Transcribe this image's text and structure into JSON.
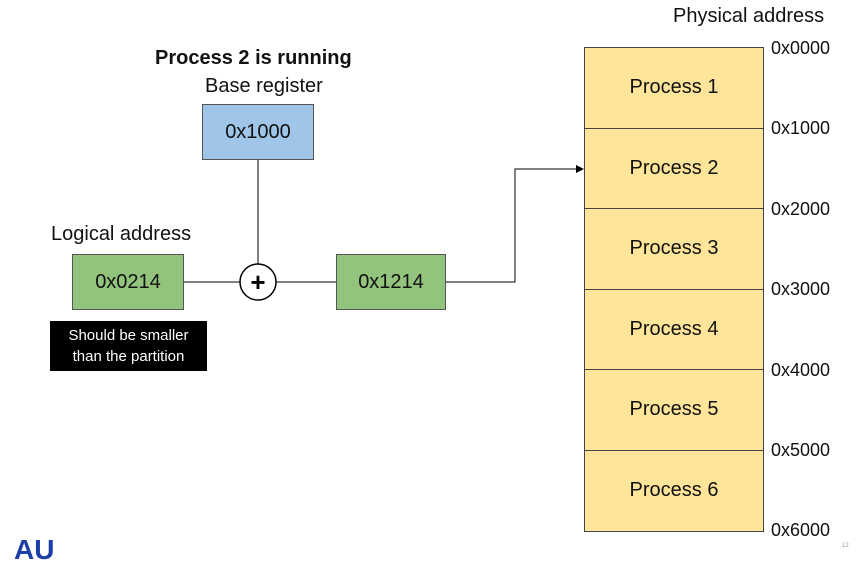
{
  "title": "Process 2 is running",
  "base_register": {
    "label": "Base register",
    "value": "0x1000"
  },
  "logical_address": {
    "label": "Logical address",
    "value": "0x0214"
  },
  "adder_symbol": "+",
  "result": {
    "value": "0x1214"
  },
  "note": {
    "line1": "Should be smaller",
    "line2": "than the partition"
  },
  "physical_memory": {
    "label": "Physical address",
    "partitions": [
      "Process 1",
      "Process 2",
      "Process 3",
      "Process 4",
      "Process 5",
      "Process 6"
    ],
    "addresses": [
      "0x0000",
      "0x1000",
      "0x2000",
      "0x3000",
      "0x4000",
      "0x5000",
      "0x6000"
    ],
    "fill_color": "#ffe599"
  },
  "colors": {
    "base_box": "#9fc5e8",
    "address_box": "#93c47d",
    "note_bg": "#000000"
  },
  "logo_text": "AU",
  "page_number": "12"
}
